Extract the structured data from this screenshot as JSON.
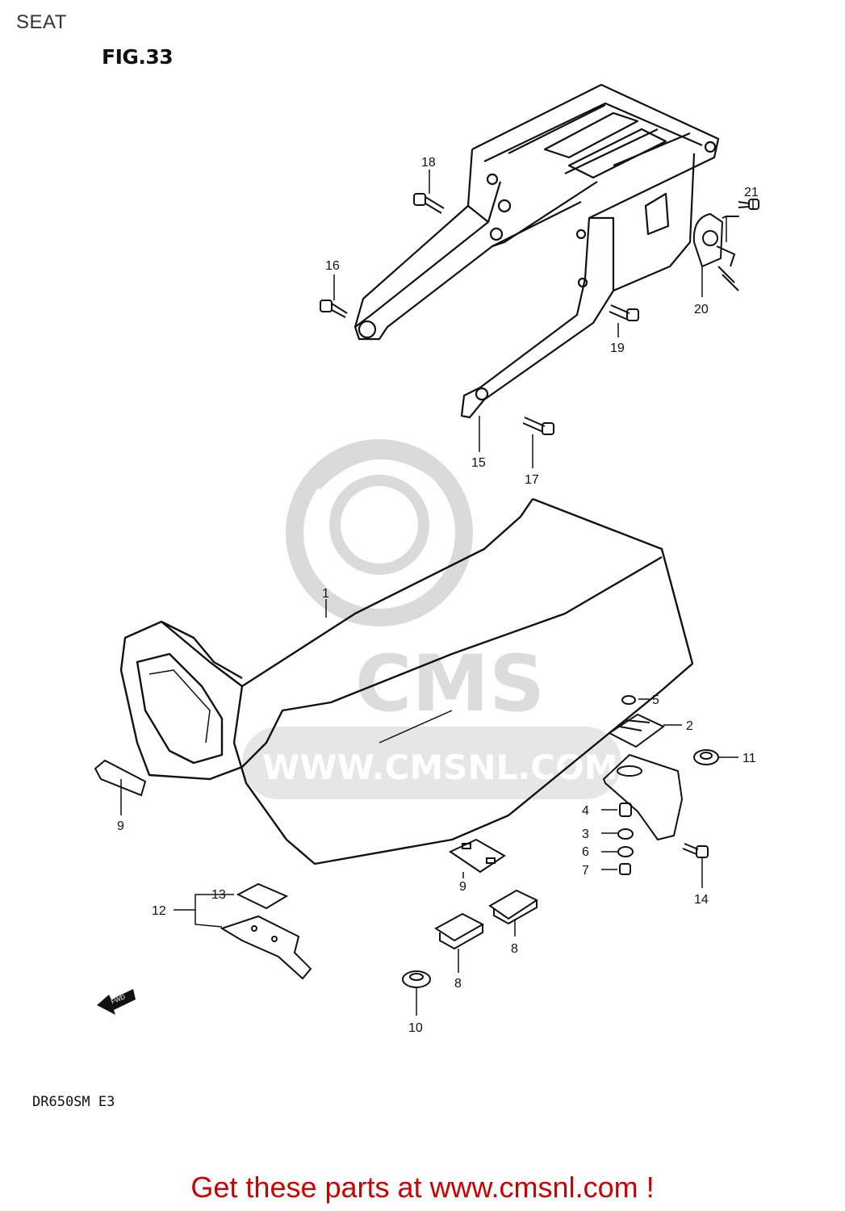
{
  "page_title": "SEAT",
  "figure_label": "FIG.33",
  "model_code": "DR650SM E3",
  "watermark": {
    "brand": "CMS",
    "url": "WWW.CMSNL.COM"
  },
  "callouts": [
    {
      "id": "c1",
      "label": "1"
    },
    {
      "id": "c2",
      "label": "2"
    },
    {
      "id": "c3",
      "label": "3"
    },
    {
      "id": "c4",
      "label": "4"
    },
    {
      "id": "c5",
      "label": "5"
    },
    {
      "id": "c6",
      "label": "6"
    },
    {
      "id": "c7",
      "label": "7"
    },
    {
      "id": "c8a",
      "label": "8"
    },
    {
      "id": "c8b",
      "label": "8"
    },
    {
      "id": "c9a",
      "label": "9"
    },
    {
      "id": "c9b",
      "label": "9"
    },
    {
      "id": "c10",
      "label": "10"
    },
    {
      "id": "c11",
      "label": "11"
    },
    {
      "id": "c12",
      "label": "12"
    },
    {
      "id": "c13",
      "label": "13"
    },
    {
      "id": "c14",
      "label": "14"
    },
    {
      "id": "c15",
      "label": "15"
    },
    {
      "id": "c16",
      "label": "16"
    },
    {
      "id": "c17",
      "label": "17"
    },
    {
      "id": "c18",
      "label": "18"
    },
    {
      "id": "c19",
      "label": "19"
    },
    {
      "id": "c20",
      "label": "20"
    },
    {
      "id": "c21",
      "label": "21"
    }
  ],
  "fwd_arrow": "FWD",
  "cta_text": "Get these parts at www.cmsnl.com !",
  "colors": {
    "line": "#111111",
    "watermark": "#d9d9d9",
    "cta": "#cc0000"
  }
}
